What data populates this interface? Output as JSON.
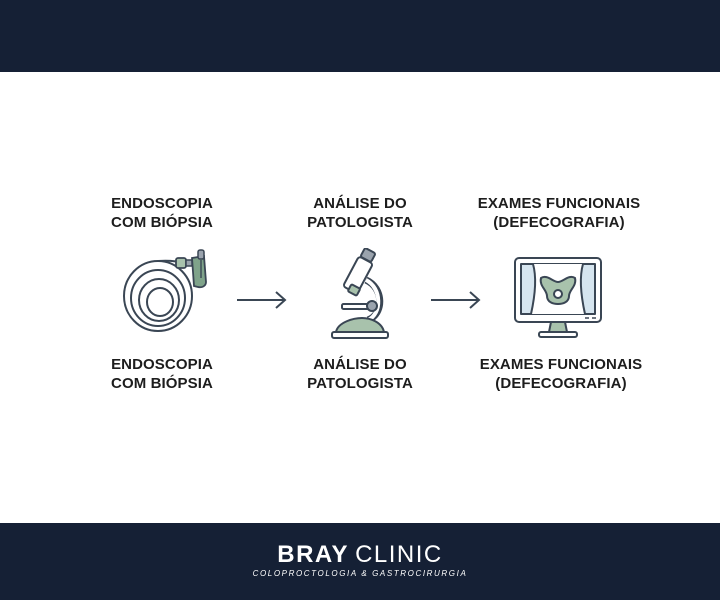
{
  "steps": [
    {
      "title_top": [
        "ENDOSCOPIA",
        "COM BIÓPSIA"
      ],
      "title_bottom": [
        "ENDOSCOPIA",
        "COM BIÓPSIA"
      ],
      "icon": "endoscope-icon"
    },
    {
      "title_top": [
        "ANÁLISE DO",
        "PATOLOGISTA"
      ],
      "title_bottom": [
        "ANÁLISE DO",
        "PATOLOGISTA"
      ],
      "icon": "microscope-icon"
    },
    {
      "title_top": [
        "EXAMES FUNCIONAIS",
        "(DEFECOGRAFIA)"
      ],
      "title_bottom": [
        "EXAMES FUNCIONAIS",
        "(DEFECOGRAFIA)"
      ],
      "icon": "monitor-pelvis-icon"
    }
  ],
  "footer": {
    "brand_bold": "BRAY",
    "brand_light": "CLINIC",
    "tagline": "COLOPROCTOLOGIA & GASTROCIRURGIA"
  },
  "colors": {
    "navy": "#152035",
    "green": "#a8c2ac",
    "green_dark": "#7fa38a",
    "outline": "#3a4654",
    "gray": "#9aa3ad",
    "screen_blue": "#d6e5ef"
  }
}
